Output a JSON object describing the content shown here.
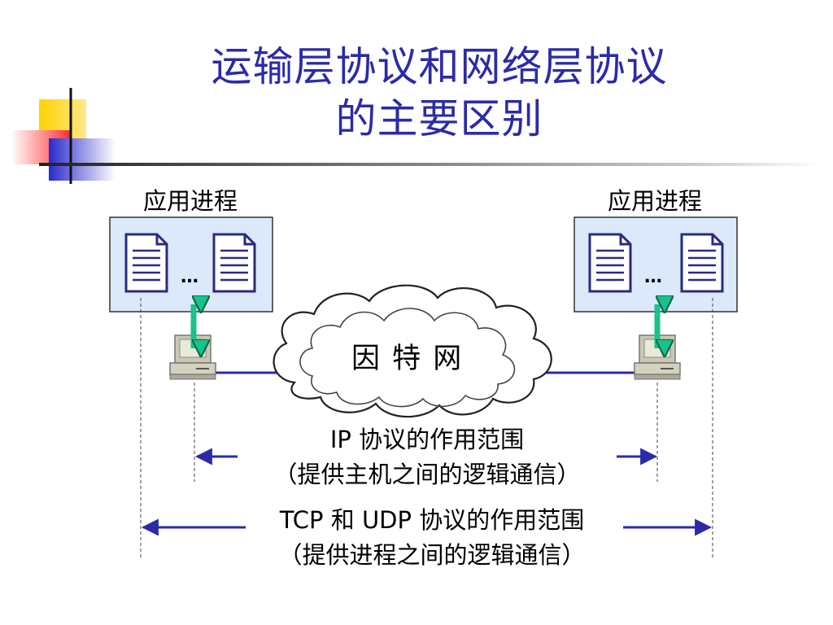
{
  "slide": {
    "title_line1": "运输层协议和网络层协议",
    "title_line2": "的主要区别"
  },
  "diagram": {
    "left_host_label": "应用进程",
    "right_host_label": "应用进程",
    "left_ellipsis": "…",
    "right_ellipsis": "…",
    "cloud_label": "因 特 网",
    "ip_scope_line1": "IP 协议的作用范围",
    "ip_scope_line2": "（提供主机之间的逻辑通信）",
    "tcp_scope_line1": "TCP 和 UDP 协议的作用范围",
    "tcp_scope_line2": "（提供进程之间的逻辑通信）"
  },
  "colors": {
    "title": "#2b2ba8",
    "process_box_fill": "#dbe9fb",
    "link_line": "#2b2ba8",
    "double_arrow": "#19c28a",
    "deco_yellow": "#ffd200",
    "deco_red": "#ff5050",
    "deco_blue": "#3131cc"
  }
}
